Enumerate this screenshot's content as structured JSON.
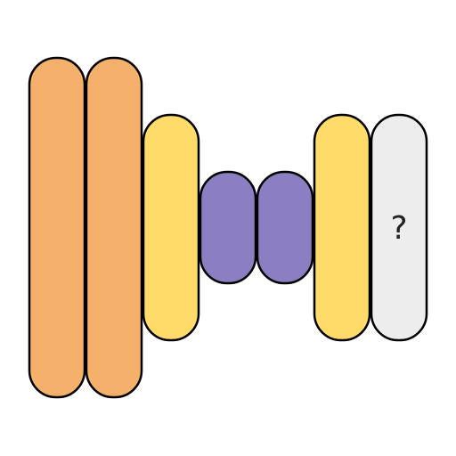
{
  "puzzle": {
    "pieces": [
      {
        "id": "orange-1",
        "color": "#F5B06C"
      },
      {
        "id": "orange-2",
        "color": "#F5B06C"
      },
      {
        "id": "yellow-1",
        "color": "#FFDC6A"
      },
      {
        "id": "purple-1",
        "color": "#8C7EC2"
      },
      {
        "id": "purple-2",
        "color": "#8C7EC2"
      },
      {
        "id": "yellow-2",
        "color": "#FFDC6A"
      },
      {
        "id": "unknown",
        "color": "#EDEDED"
      }
    ],
    "unknown_label": "?"
  }
}
